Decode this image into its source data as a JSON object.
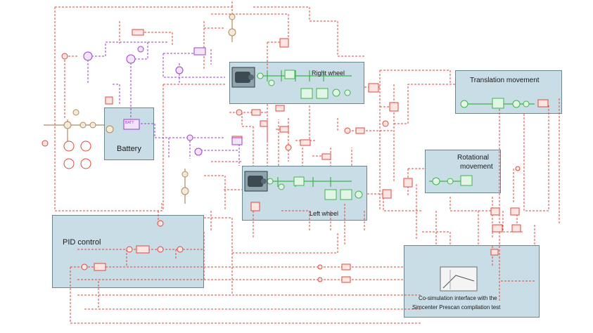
{
  "blocks": {
    "battery": {
      "label": "Battery"
    },
    "right_wheel": {
      "label": "Right wheel"
    },
    "left_wheel": {
      "label": "Left wheel"
    },
    "translation": {
      "label": "Translation movement"
    },
    "rotational": {
      "line1": "Rotational",
      "line2": "movement"
    },
    "pid": {
      "label": "PID control"
    },
    "cosim": {
      "line1": "Co-simulation interface with the",
      "line2": "Simcenter Prescan compilation test"
    }
  },
  "small_labels": {
    "battery_component": "BATT"
  },
  "colors": {
    "block_fill": "#c9dde6",
    "signal_red": "#e0463c",
    "electric_purple": "#9b3fc9",
    "mechanical_green": "#3cb54a",
    "connector_tan": "#b08a5a"
  }
}
